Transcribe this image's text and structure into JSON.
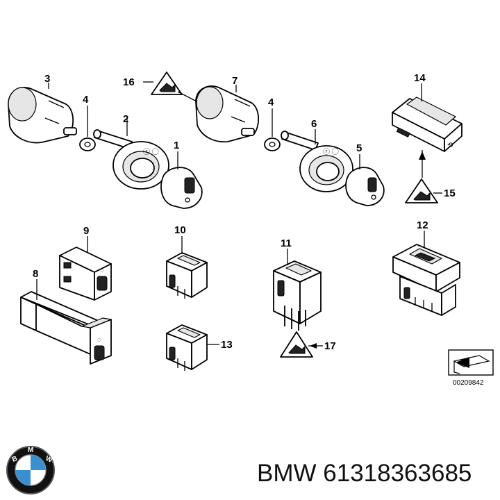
{
  "labels": {
    "l1": "1",
    "l2": "2",
    "l3": "3",
    "l4a": "4",
    "l4b": "4",
    "l5": "5",
    "l6": "6",
    "l7": "7",
    "l8": "8",
    "l9": "9",
    "l10": "10",
    "l11": "11",
    "l12": "12",
    "l13": "13",
    "l14": "14",
    "l15": "15",
    "l16": "16",
    "l17": "17"
  },
  "diagram_code": "00209842",
  "brand_text": "BMW 61318363685",
  "logo": {
    "letters": "BMW",
    "icon": "bmw-roundel-icon",
    "colors": {
      "blue": "#3a8fd0",
      "ring": "#111111"
    }
  }
}
